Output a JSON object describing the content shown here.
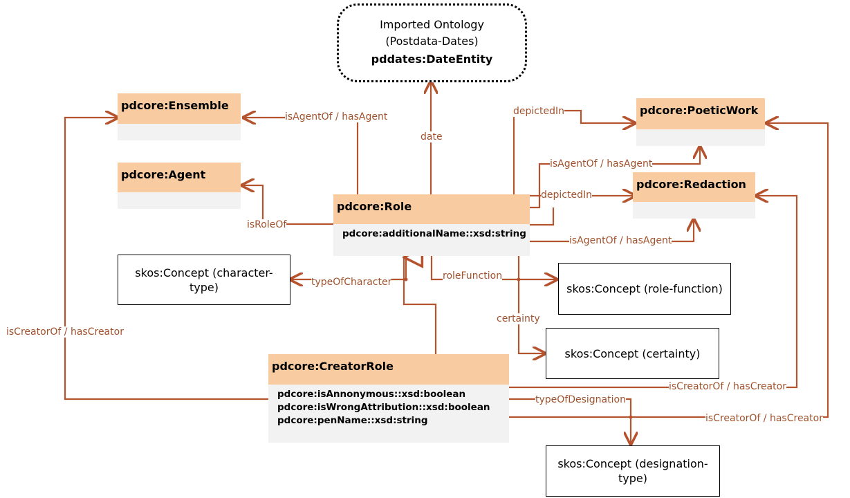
{
  "imported": {
    "line1": "Imported Ontology",
    "line2": "(Postdata-Dates)",
    "entity": "pddates:DateEntity"
  },
  "classes": {
    "ensemble": "pdcore:Ensemble",
    "agent": "pdcore:Agent",
    "role": "pdcore:Role",
    "poetic_work": "pdcore:PoeticWork",
    "redaction": "pdcore:Redaction",
    "creator_role": "pdcore:CreatorRole"
  },
  "attributes": {
    "role": [
      "pdcore:additionalName::xsd:string"
    ],
    "creator_role": [
      "pdcore:isAnnonymous::xsd:boolean",
      "pdcore:isWrongAttribution::xsd:boolean",
      "pdcore:penName::xsd:string"
    ]
  },
  "concepts": {
    "character_type": "skos:Concept (character-type)",
    "role_function": "skos:Concept (role-function)",
    "certainty": "skos:Concept (certainty)",
    "designation_type": "skos:Concept (designation-type)"
  },
  "relations": {
    "ensemble_agent": "isAgentOf / hasAgent",
    "date": "date",
    "depicted_in_work": "depictedIn",
    "is_agent_of_work": "isAgentOf / hasAgent",
    "depicted_in_redaction": "depictedIn",
    "is_agent_of_redaction": "isAgentOf / hasAgent",
    "is_role_of": "isRoleOf",
    "type_of_character": "typeOfCharacter",
    "role_function": "roleFunction",
    "certainty": "certainty",
    "creator_ensemble": "isCreatorOf / hasCreator",
    "creator_redaction": "isCreatorOf / hasCreator",
    "type_of_designation": "typeOfDesignation",
    "creator_work": "isCreatorOf / hasCreator"
  },
  "colors": {
    "edge": "#b5532e",
    "edge_label": "#a0522d",
    "class_header": "#f8cba0",
    "class_body": "#f2f2f2"
  }
}
